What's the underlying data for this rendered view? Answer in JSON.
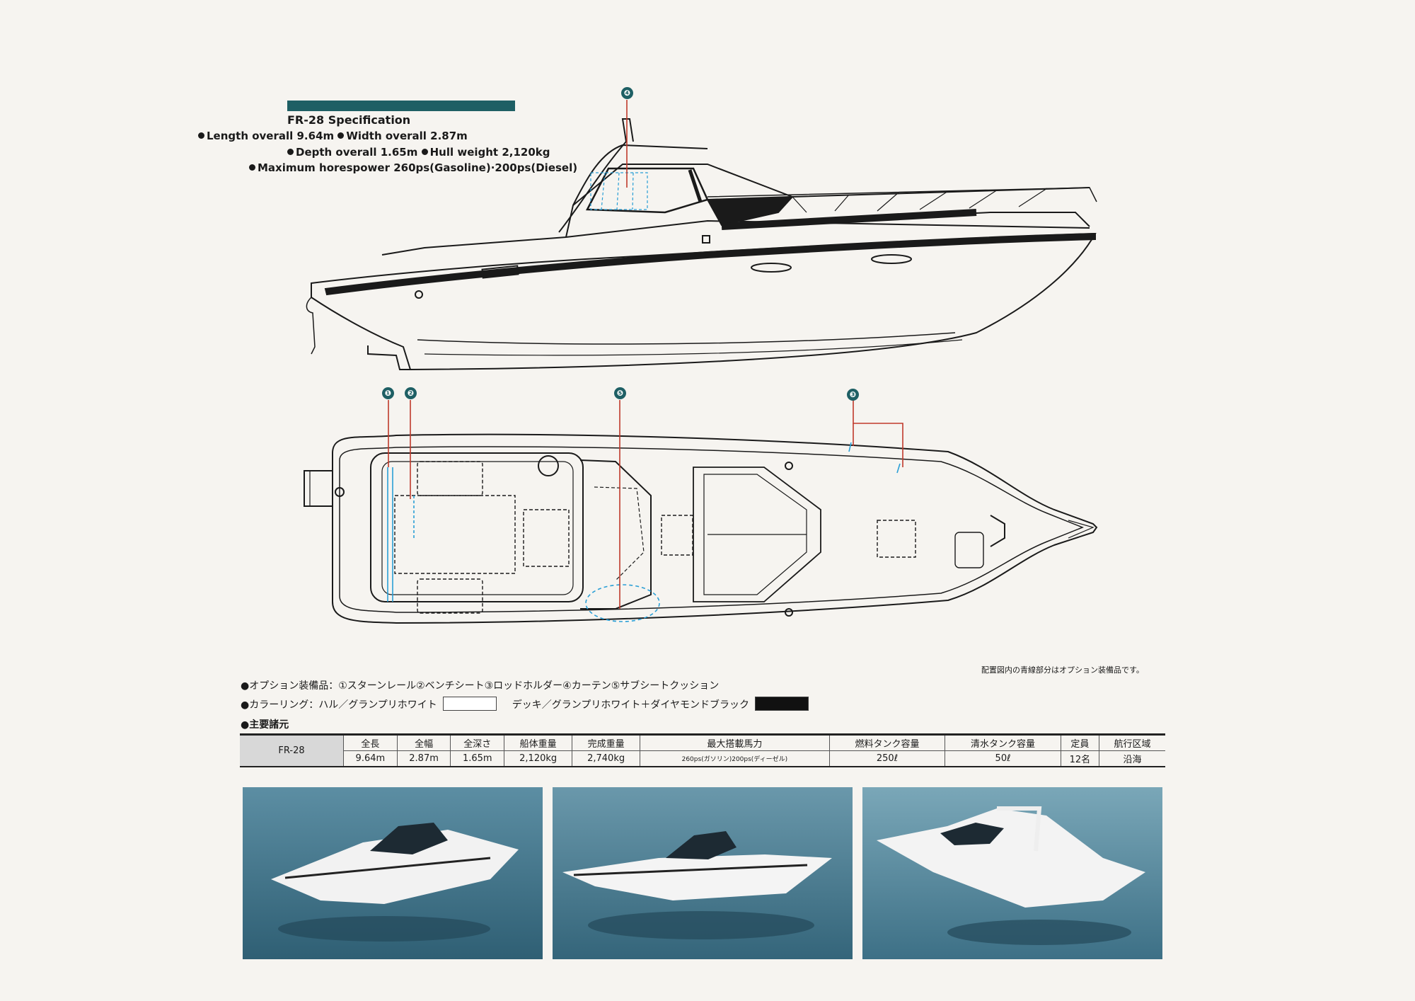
{
  "spec": {
    "title": "FR-28 Specification",
    "line1a": "Length overall  9.64m",
    "line1b": "Width overall  2.87m",
    "line2a": "Depth overall 1.65m",
    "line2b": "Hull weight  2,120kg",
    "line3": "Maximum horespower 260ps(Gasoline)·200ps(Diesel)"
  },
  "markers": [
    "❶",
    "❷",
    "❸",
    "❹",
    "❺"
  ],
  "note": "配置図内の青線部分はオプション装備品です。",
  "options": "●オプション装備品：①スターンレール②ベンチシート③ロッドホルダー④カーテン⑤サブシートクッション",
  "coloring": {
    "label": "●カラーリング：ハル／グランプリホワイト",
    "deck": "デッキ／グランプリホワイト＋ダイヤモンドブラック"
  },
  "main_specs_title": "●主要諸元",
  "table": {
    "model": "FR-28",
    "headers": [
      "全長",
      "全幅",
      "全深さ",
      "船体重量",
      "完成重量",
      "最大搭載馬力",
      "燃料タンク容量",
      "清水タンク容量",
      "定員",
      "航行区域"
    ],
    "values": [
      "9.64m",
      "2.87m",
      "1.65m",
      "2,120kg",
      "2,740kg",
      "260ps(ガソリン)200ps(ディーゼル)",
      "250ℓ",
      "50ℓ",
      "12名",
      "沿海"
    ]
  },
  "colors": {
    "accent_teal": "#1e5f64",
    "leader_red": "#c0392b",
    "option_blue": "#2a9fd6",
    "water": "#3f6f86"
  }
}
